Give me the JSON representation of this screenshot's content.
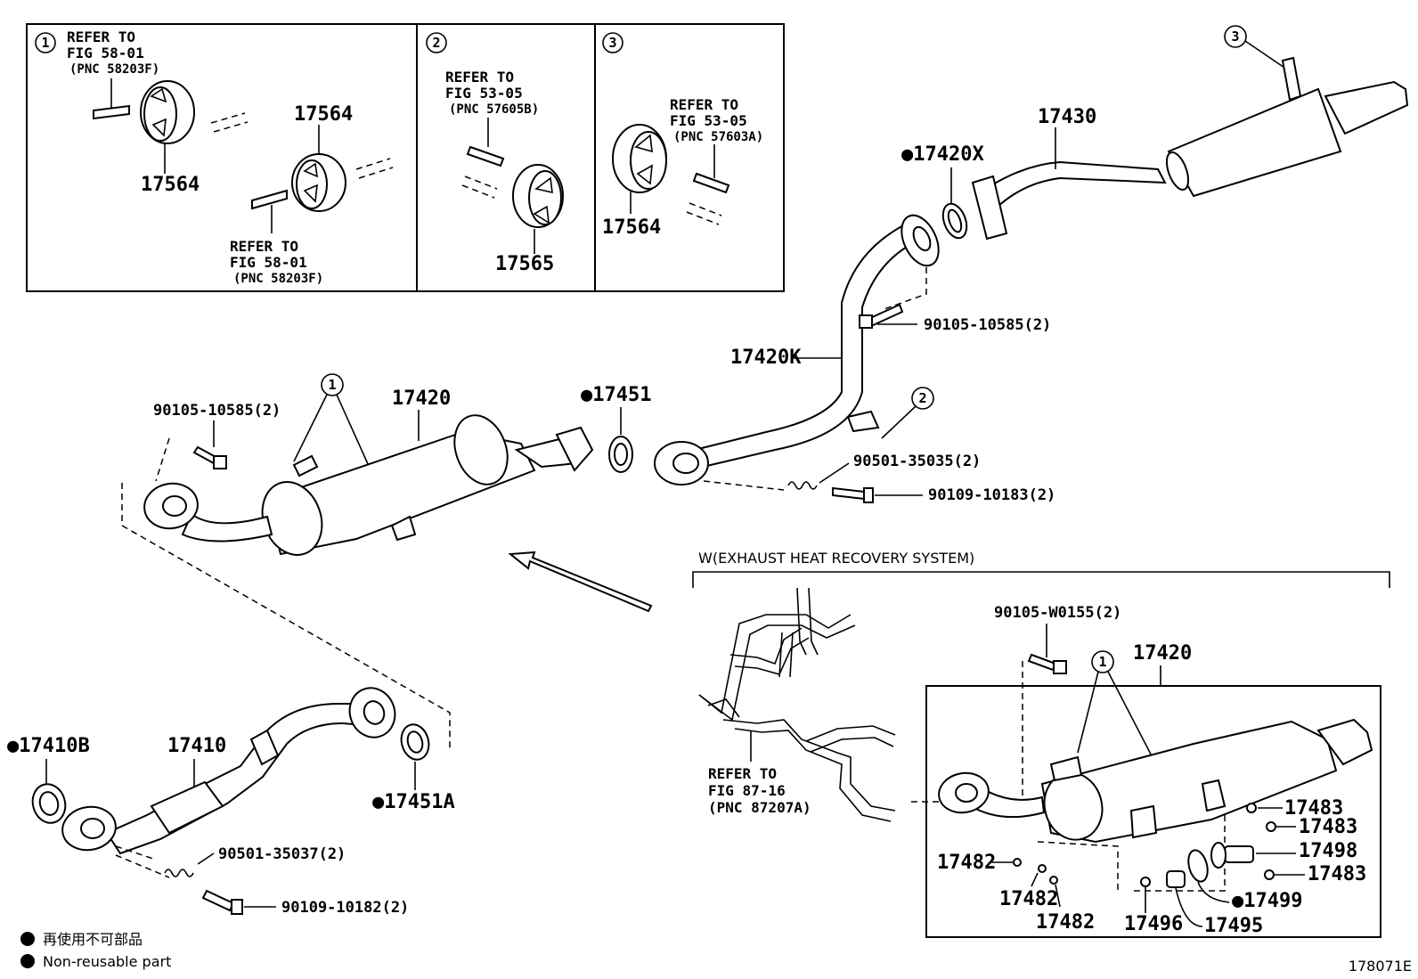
{
  "inset_panels": [
    {
      "number": "1",
      "refer_top": [
        "REFER TO",
        "FIG 58-01",
        "(PNC 58203F)"
      ],
      "parts": [
        "17564",
        "17564"
      ],
      "refer_bottom": [
        "REFER TO",
        "FIG 58-01",
        "(PNC 58203F)"
      ]
    },
    {
      "number": "2",
      "refer": [
        "REFER TO",
        "FIG 53-05",
        "(PNC 57605B)"
      ],
      "parts": [
        "17565"
      ]
    },
    {
      "number": "3",
      "refer": [
        "REFER TO",
        "FIG 53-05",
        "(PNC 57603A)"
      ],
      "parts": [
        "17564"
      ]
    }
  ],
  "callouts": {
    "rear_hanger": "3",
    "converter_hangers": "1",
    "front_pipe_hanger": "2",
    "ehr_hangers": "1"
  },
  "part_labels": {
    "tail_pipe": "17430",
    "tail_gasket": "●17420X",
    "center_pipe": "17420K",
    "center_bolt": "90105-10585(2)",
    "converter": "17420",
    "converter_bolt": "90105-10585(2)",
    "converter_gasket": "●17451",
    "spring": "90501-35035(2)",
    "spring_bolt": "90109-10183(2)",
    "front_gasket": "●17410B",
    "front_pipe": "17410",
    "front_ring": "●17451A",
    "front_spring": "90501-35037(2)",
    "front_bolt": "90109-10182(2)"
  },
  "ehr": {
    "caption": "W(EXHAUST HEAT RECOVERY SYSTEM)",
    "refer": [
      "REFER TO",
      "FIG 87-16",
      "(PNC 87207A)"
    ],
    "bolt": "90105-W0155(2)",
    "assembly": "17420",
    "parts": {
      "p17483a": "17483",
      "p17483b": "17483",
      "p17498": "17498",
      "p17483c": "17483",
      "p17482a": "17482",
      "p17499": "●17499",
      "p17482b": "17482",
      "p17482c": "17482",
      "p17496": "17496",
      "p17495": "17495"
    }
  },
  "legend": {
    "jp": "再使用不可部品",
    "en": "Non-reusable part"
  },
  "figure_id": "178071E"
}
